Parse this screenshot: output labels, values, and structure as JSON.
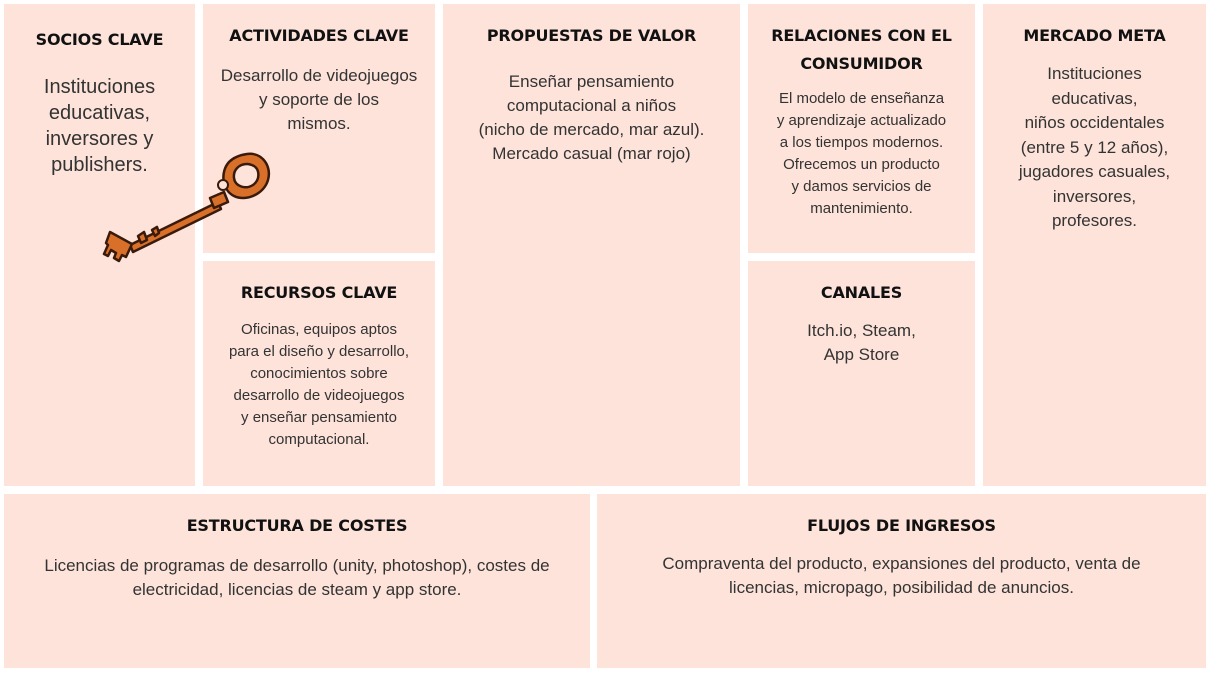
{
  "canvas": {
    "socios": {
      "title": "SOCIOS CLAVE",
      "body": "Instituciones\neducativas,\ninversores y\npublishers."
    },
    "actividades": {
      "title": "ACTIVIDADES CLAVE",
      "body": "Desarrollo de videojuegos\ny soporte de los\nmismos."
    },
    "recursos": {
      "title": "RECURSOS CLAVE",
      "body": "Oficinas, equipos aptos\npara el diseño y desarrollo,\nconocimientos sobre\ndesarrollo de videojuegos\ny enseñar pensamiento\ncomputacional."
    },
    "propuestas": {
      "title": "PROPUESTAS DE VALOR",
      "body": "Enseñar pensamiento\ncomputacional a niños\n(nicho de mercado, mar azul).\nMercado casual (mar rojo)"
    },
    "relaciones": {
      "title": "RELACIONES CON EL\nCONSUMIDOR",
      "body": "El modelo de enseñanza\ny aprendizaje actualizado\na los tiempos modernos.\nOfrecemos un producto\ny damos servicios de\nmantenimiento."
    },
    "canales": {
      "title": "CANALES",
      "body": "Itch.io, Steam,\nApp Store"
    },
    "mercado": {
      "title": "MERCADO META",
      "body": "Instituciones\neducativas,\nniños occidentales\n(entre 5 y 12 años),\njugadores casuales,\ninversores,\nprofesores."
    },
    "costes": {
      "title": "ESTRUCTURA DE COSTES",
      "body": "Licencias de programas de desarrollo (unity, photoshop), costes de\nelectricidad, licencias de steam y app store."
    },
    "ingresos": {
      "title": "FLUJOS DE INGRESOS",
      "body": "Compraventa del producto, expansiones del producto, venta de\nlicencias, micropago, posibilidad de anuncios."
    }
  },
  "colors": {
    "cell": "#fde3da",
    "key": "#d9702a",
    "key_outline": "#3a1a0a"
  },
  "icons": {
    "key": "key-icon"
  }
}
